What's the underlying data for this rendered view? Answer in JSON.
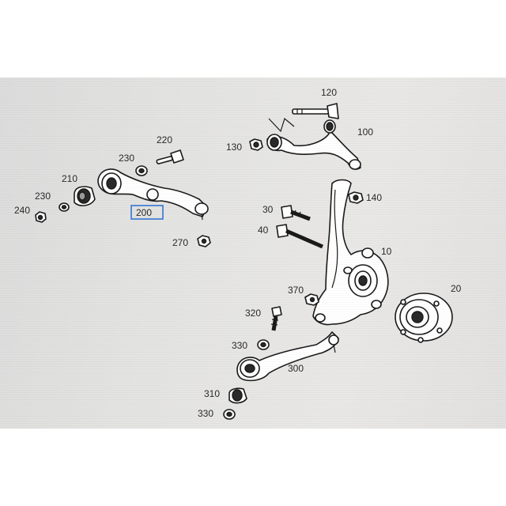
{
  "diagram": {
    "callouts": {
      "c120": "120",
      "c100": "100",
      "c130": "130",
      "c220": "220",
      "c230a": "230",
      "c210": "210",
      "c230b": "230",
      "c240": "240",
      "c200": "200",
      "c270": "270",
      "c140": "140",
      "c30": "30",
      "c40": "40",
      "c10": "10",
      "c370": "370",
      "c20": "20",
      "c320": "320",
      "c330a": "330",
      "c300": "300",
      "c310": "310",
      "c330b": "330"
    },
    "highlight_color": "#2a6fd6"
  }
}
